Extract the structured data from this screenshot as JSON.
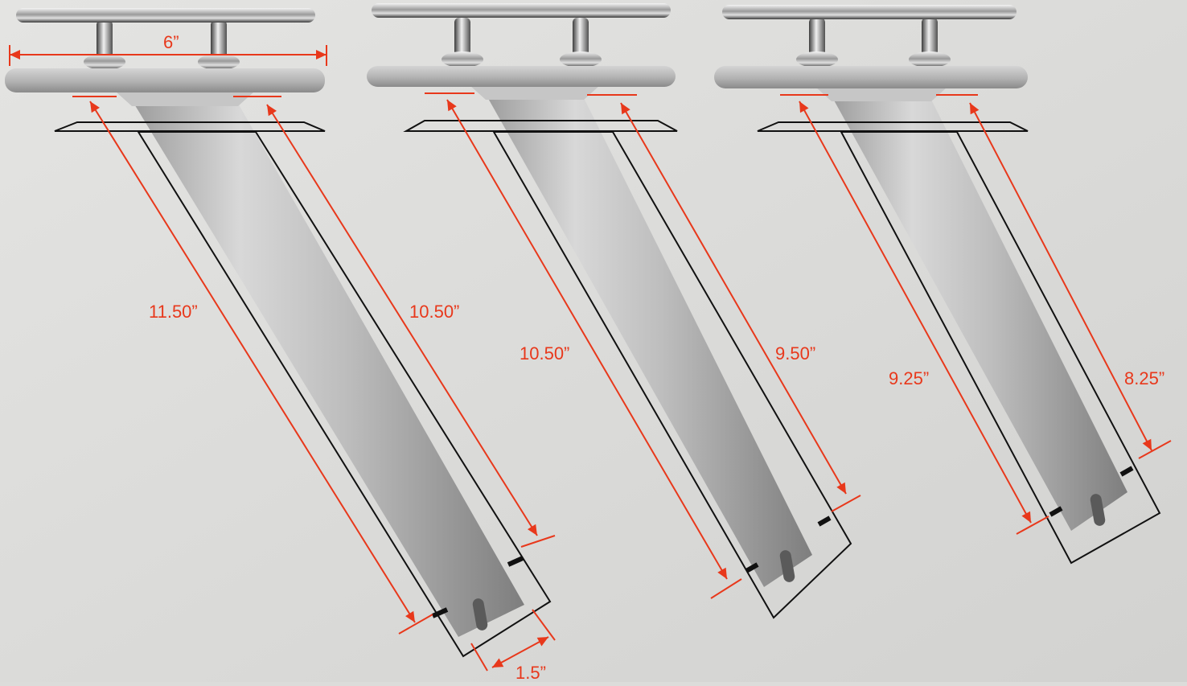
{
  "colors": {
    "background": "#dcdcda",
    "dimension_red": "#e8381b",
    "outline_black": "#111111",
    "aluminum_light": "#d6d6d6",
    "aluminum_dark": "#8c8c8c",
    "chrome_light": "#f2f2f2",
    "chrome_dark": "#3c3c3c"
  },
  "holders": [
    {
      "id": "large",
      "cleat_width_label": "6”",
      "outer_length_label": "11.50”",
      "inner_length_label": "10.50”",
      "diameter_label": "1.5”"
    },
    {
      "id": "medium",
      "outer_length_label": "10.50”",
      "inner_length_label": "9.50”"
    },
    {
      "id": "small",
      "outer_length_label": "9.25”",
      "inner_length_label": "8.25”"
    }
  ]
}
